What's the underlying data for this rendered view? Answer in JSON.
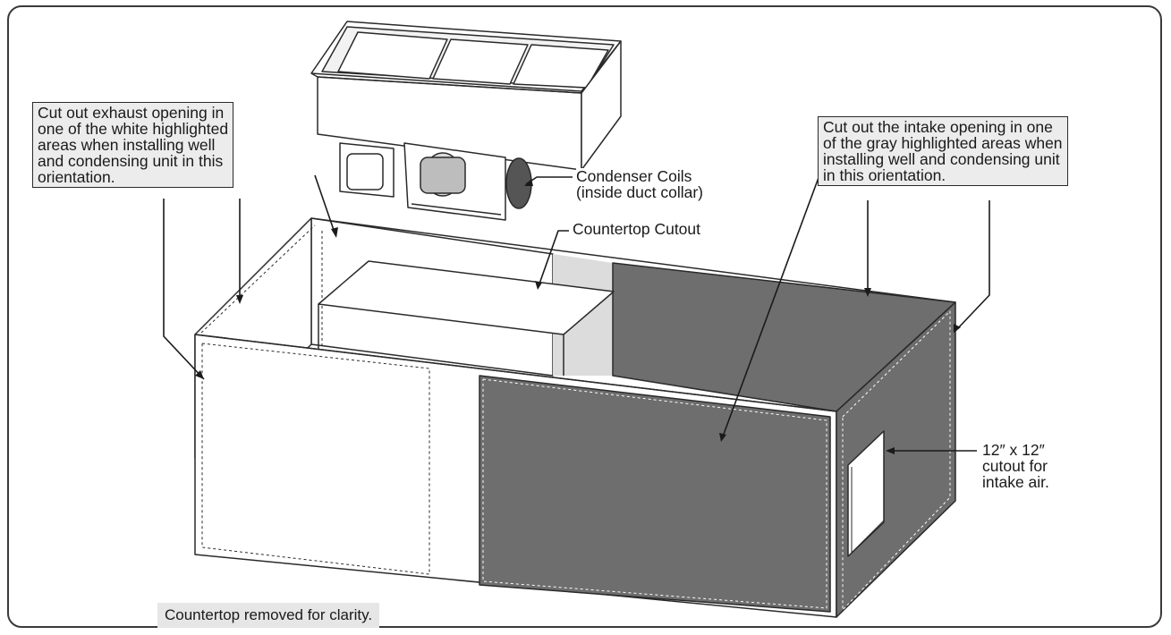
{
  "callouts": {
    "exhaust": "Cut out exhaust opening in\none of the white highlighted\nareas when installing well\nand condensing unit in this\norientation.",
    "intake": "Cut out the intake opening in one\nof the gray highlighted areas when\ninstalling well and condensing unit\nin this orientation."
  },
  "labels": {
    "condenser": "Condenser Coils\n(inside duct collar)",
    "countertop_cutout": "Countertop Cutout",
    "cutout_12": "12″ x 12″\ncutout for\nintake air.",
    "countertop_removed": "Countertop removed for clarity."
  },
  "colors": {
    "outline": "#2a2a2a",
    "gray_area": "#6e6e6e",
    "light_gray_area": "#dcdcdc",
    "callout_bg": "#ececec"
  }
}
